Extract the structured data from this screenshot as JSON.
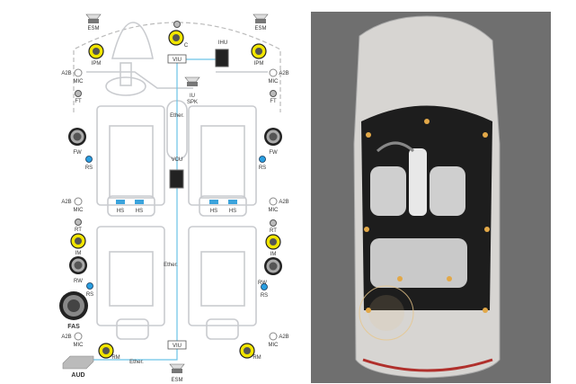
{
  "diagram": {
    "labels": {
      "esm": "ESM",
      "center": "C",
      "ipm": "IPM",
      "viu": "VIU",
      "ihu": "IHU",
      "a2b": "A2B",
      "mic": "MIC",
      "ft": "FT",
      "iu_spk_1": "IU",
      "iu_spk_2": "SPK",
      "ether": "Ether.",
      "fw": "FW",
      "rs": "RS",
      "vcu": "VCU",
      "hs": "HS",
      "rt": "RT",
      "im": "IM",
      "rw": "RW",
      "fas": "FAS",
      "aud": "AUD",
      "rm": "RM"
    },
    "colors": {
      "cable": "#6cc3e6",
      "speaker_yellow": "#f2e600",
      "sensor_blue": "#2a9ee0",
      "photo_bg": "#6f6f6f",
      "car_body": "#d7d5d2",
      "tail_light": "#b0302c"
    }
  }
}
